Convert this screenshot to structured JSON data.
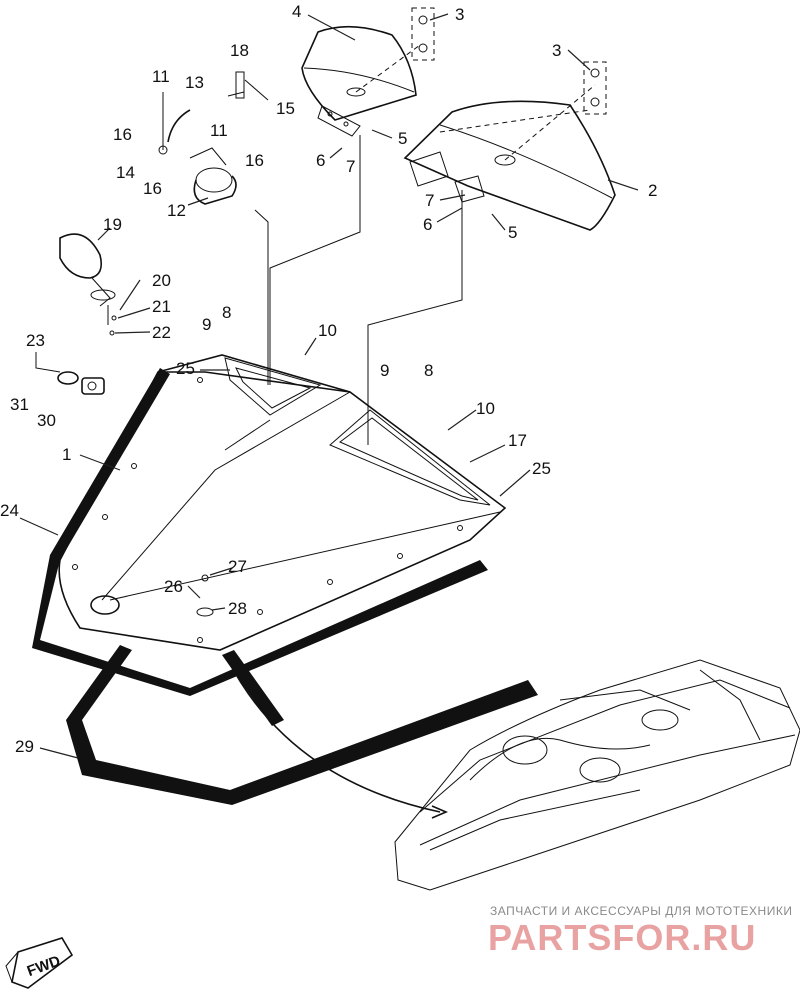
{
  "part_labels": {
    "p1": "1",
    "p2": "2",
    "p3a": "3",
    "p3b": "3",
    "p4": "4",
    "p5a": "5",
    "p5b": "5",
    "p6a": "6",
    "p6b": "6",
    "p7a": "7",
    "p7b": "7",
    "p8a": "8",
    "p8b": "8",
    "p9a": "9",
    "p9b": "9",
    "p10a": "10",
    "p10b": "10",
    "p11a": "11",
    "p11b": "11",
    "p12": "12",
    "p13": "13",
    "p14": "14",
    "p15": "15",
    "p16a": "16",
    "p16b": "16",
    "p16c": "16",
    "p17": "17",
    "p18": "18",
    "p19": "19",
    "p20": "20",
    "p21": "21",
    "p22": "22",
    "p23": "23",
    "p24": "24",
    "p25a": "25",
    "p25b": "25",
    "p26": "26",
    "p27": "27",
    "p28": "28",
    "p29": "29",
    "p30": "30",
    "p31": "31"
  },
  "direction_badge": "FWD",
  "watermark": {
    "tagline": "ЗАПЧАСТИ И АКСЕССУАРЫ ДЛЯ МОТОТЕХНИКИ",
    "brand": "PARTSFOR.RU"
  },
  "colors": {
    "line": "#111111",
    "watermark_brand": "#e9a2a2",
    "watermark_tagline": "#8a8a8a"
  }
}
